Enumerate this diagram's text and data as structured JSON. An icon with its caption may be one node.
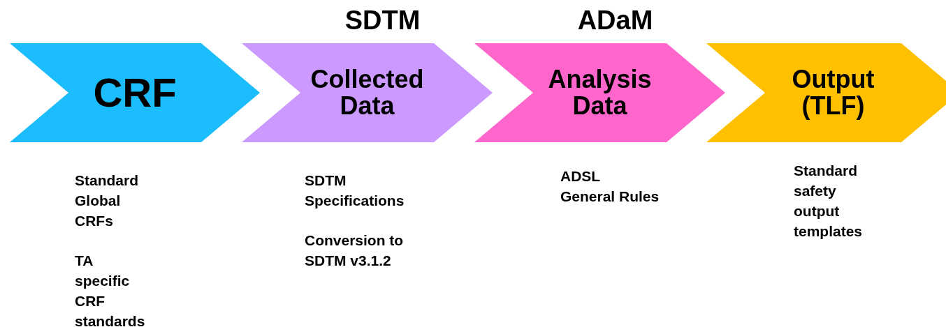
{
  "diagram": {
    "nodes": [
      {
        "text": [
          "CRF"
        ],
        "beside": [
          "Standard Global CRFs",
          "TA specific CRF standards"
        ]
      },
      {
        "text": [
          "SDTM",
          "Collected Data"
        ],
        "beside": [
          "SDTM Specifications",
          "Conversion to SDTM v3.1.2"
        ]
      },
      {
        "text": [
          "ADaM",
          "Analysis Data"
        ],
        "beside": [
          "ADSL",
          "General Rules"
        ]
      },
      {
        "text": [
          "Output (TLF)"
        ],
        "beside": [
          "Standard safety output templates"
        ]
      }
    ],
    "edges": []
  }
}
